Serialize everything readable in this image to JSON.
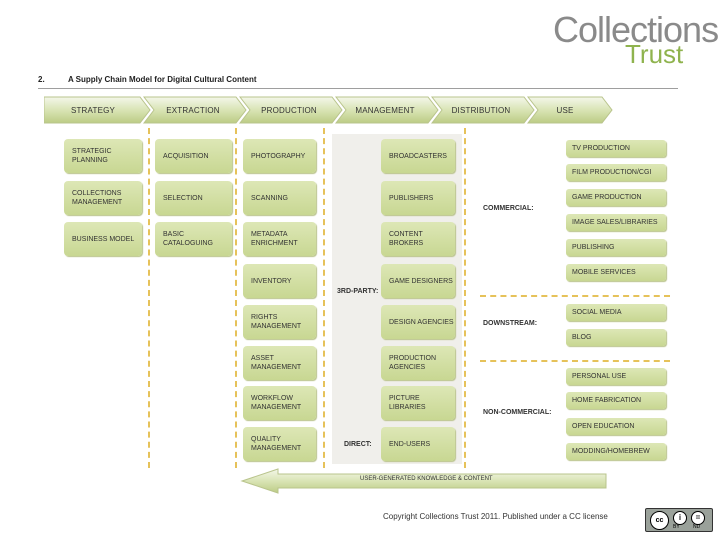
{
  "logo": {
    "line1": "Collections",
    "line2": "Trust"
  },
  "heading": {
    "number": "2.",
    "title": "A Supply Chain Model for Digital Cultural Content"
  },
  "stages": [
    "STRATEGY",
    "EXTRACTION",
    "PRODUCTION",
    "MANAGEMENT",
    "DISTRIBUTION",
    "USE"
  ],
  "strategy": [
    "STRATEGIC PLANNING",
    "COLLECTIONS MANAGEMENT",
    "BUSINESS MODEL"
  ],
  "extraction": [
    "ACQUISITION",
    "SELECTION",
    "BASIC CATALOGUING"
  ],
  "production": [
    "PHOTOGRAPHY",
    "SCANNING",
    "METADATA ENRICHMENT",
    "INVENTORY",
    "RIGHTS MANAGEMENT",
    "ASSET MANAGEMENT",
    "WORKFLOW MANAGEMENT",
    "QUALITY MANAGEMENT"
  ],
  "distribution": [
    "BROADCASTERS",
    "PUBLISHERS",
    "CONTENT BROKERS",
    "GAME DESIGNERS",
    "DESIGN AGENCIES",
    "PRODUCTION AGENCIES",
    "PICTURE LIBRARIES",
    "END-USERS"
  ],
  "labels": {
    "third_party": "3RD-PARTY:",
    "direct": "DIRECT:",
    "commercial": "COMMERCIAL:",
    "downstream": "DOWNSTREAM:",
    "non_commercial": "NON-COMMERCIAL:"
  },
  "use_commercial": [
    "TV PRODUCTION",
    "FILM PRODUCTION/CGI",
    "GAME PRODUCTION",
    "IMAGE SALES/LIBRARIES",
    "PUBLISHING",
    "MOBILE SERVICES"
  ],
  "use_downstream": [
    "SOCIAL MEDIA",
    "BLOG"
  ],
  "use_noncommercial": [
    "PERSONAL USE",
    "HOME FABRICATION",
    "OPEN EDUCATION",
    "MODDING/HOMEBREW"
  ],
  "feedback_arrow": "USER-GENERATED KNOWLEDGE & CONTENT",
  "copyright": "Copyright Collections Trust 2011. Published under a CC license",
  "license_badge": {
    "cc": "cc",
    "by": "BY",
    "nd": "ND"
  }
}
